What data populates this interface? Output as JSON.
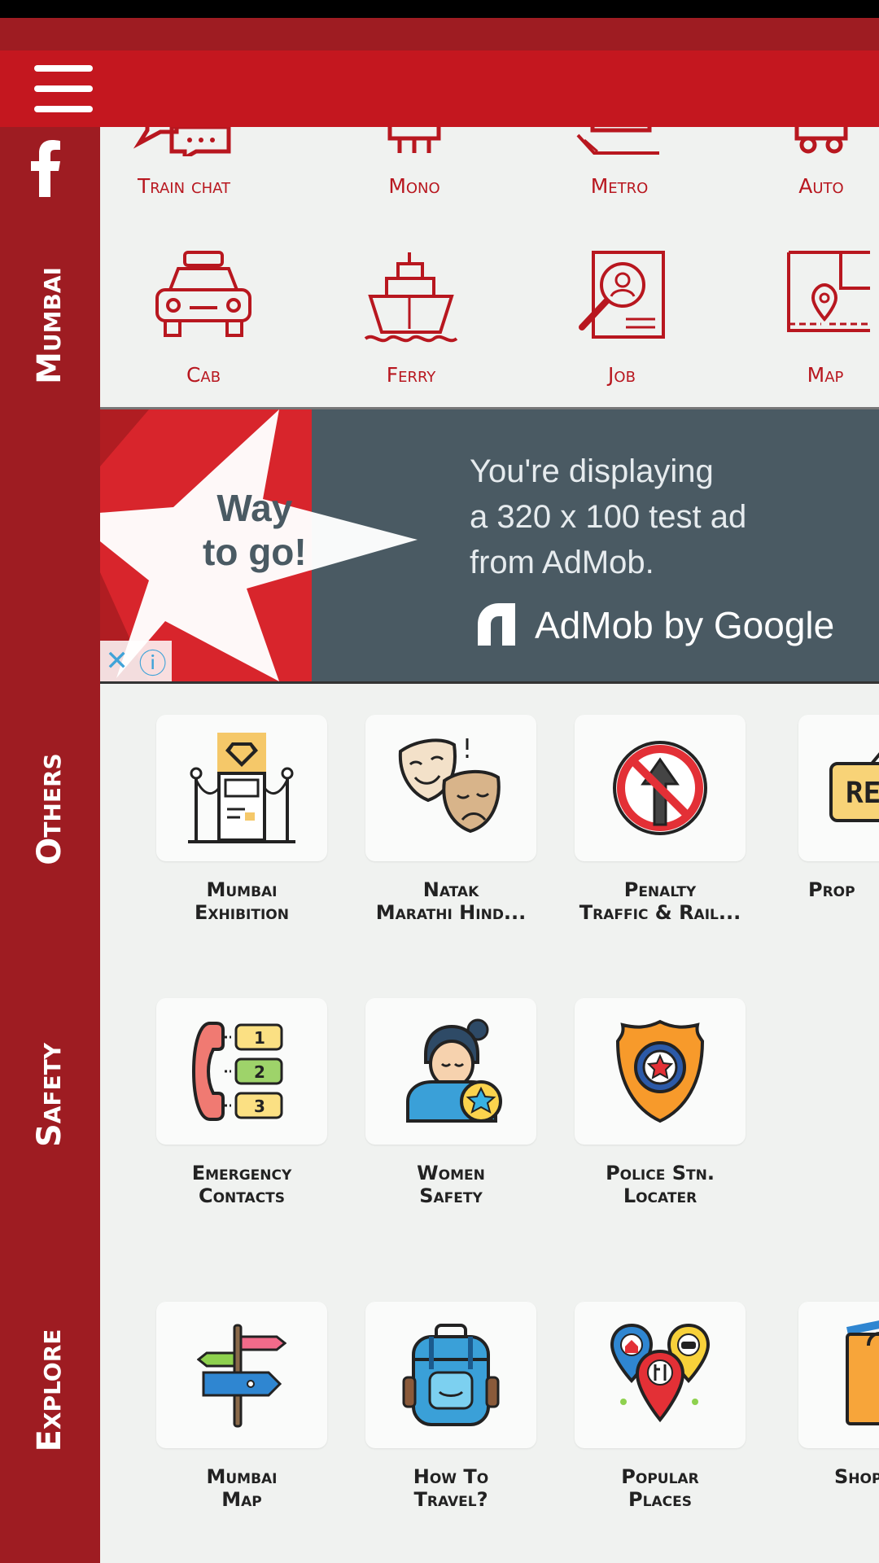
{
  "app": {
    "sidebar_sections": [
      "Mumbai",
      "Others",
      "Safety",
      "Explore"
    ]
  },
  "transport": [
    {
      "label": "Train chat",
      "icon": "chat-icon"
    },
    {
      "label": "Mono",
      "icon": "monorail-icon"
    },
    {
      "label": "Metro",
      "icon": "metro-icon"
    },
    {
      "label": "Auto",
      "icon": "auto-rickshaw-icon"
    },
    {
      "label": "Cab",
      "icon": "taxi-icon"
    },
    {
      "label": "Ferry",
      "icon": "ship-icon"
    },
    {
      "label": "Job",
      "icon": "job-search-icon"
    },
    {
      "label": "Map",
      "icon": "map-pin-icon"
    }
  ],
  "ad": {
    "star_text_1": "Way",
    "star_text_2": "to go!",
    "line1": "You're displaying",
    "line2": "a 320 x 100 test ad",
    "line3": "from AdMob.",
    "brand": "AdMob by Google",
    "close_glyph": "✕",
    "info_glyph": "ⓘ"
  },
  "others": [
    {
      "line1": "Mumbai",
      "line2": "Exhibition",
      "icon": "exhibition-icon"
    },
    {
      "line1": "Natak",
      "line2": "Marathi Hind...",
      "icon": "theatre-masks-icon"
    },
    {
      "line1": "Penalty",
      "line2": "Traffic & Rail...",
      "icon": "no-entry-icon"
    },
    {
      "line1": "Prop",
      "line2": "",
      "icon": "rent-sign-icon",
      "partial_text": "REN"
    }
  ],
  "safety": [
    {
      "line1": "Emergency",
      "line2": "Contacts",
      "icon": "emergency-phone-icon"
    },
    {
      "line1": "Women",
      "line2": "Safety",
      "icon": "woman-star-icon"
    },
    {
      "line1": "Police Stn.",
      "line2": "Locater",
      "icon": "police-badge-icon"
    }
  ],
  "explore": [
    {
      "line1": "Mumbai",
      "line2": "Map",
      "icon": "signpost-icon"
    },
    {
      "line1": "How To",
      "line2": "Travel?",
      "icon": "backpack-icon"
    },
    {
      "line1": "Popular",
      "line2": "Places",
      "icon": "location-pins-icon"
    },
    {
      "line1": "Shop",
      "line2": "",
      "icon": "shopping-bag-icon"
    }
  ],
  "colors": {
    "primary": "#c4171f",
    "sidebar": "#9e1c22",
    "background": "#f0f2f0"
  }
}
